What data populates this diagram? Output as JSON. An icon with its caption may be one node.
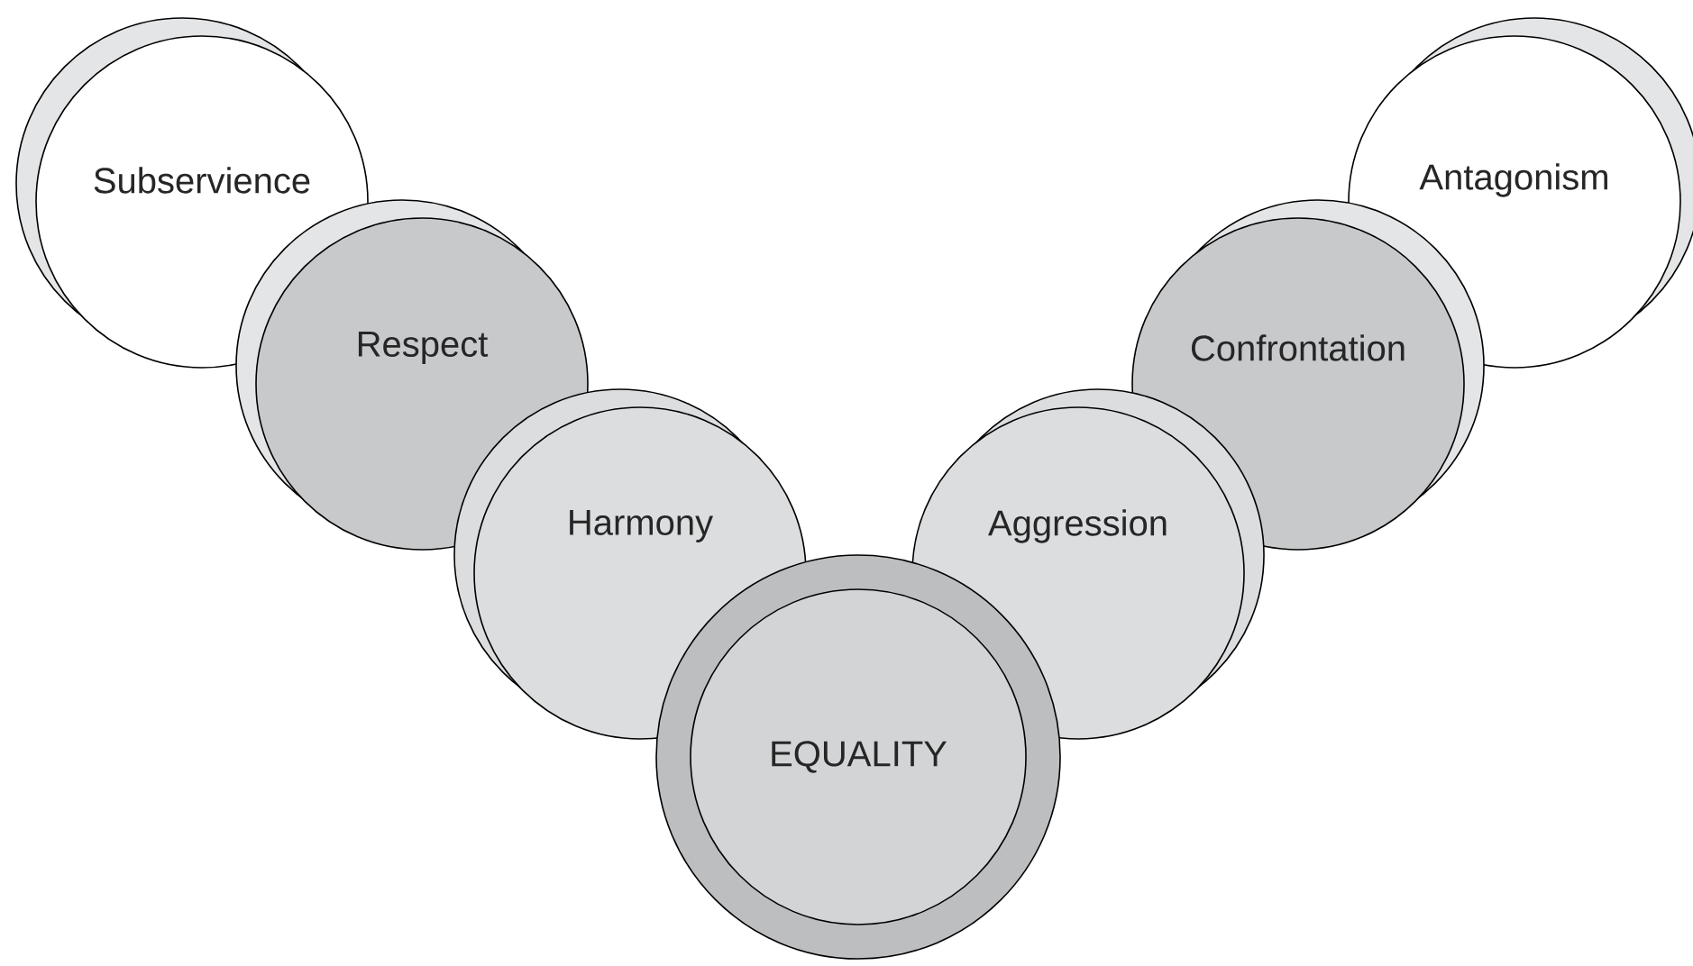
{
  "diagram": {
    "nodes": [
      {
        "text": [
          "Subservience"
        ]
      },
      {
        "text": [
          "Antagonism"
        ]
      },
      {
        "text": [
          "Respect"
        ]
      },
      {
        "text": [
          "Confrontation"
        ]
      },
      {
        "text": [
          "Harmony"
        ]
      },
      {
        "text": [
          "Aggression"
        ]
      },
      {
        "text": [
          "EQUALITY"
        ]
      }
    ]
  }
}
